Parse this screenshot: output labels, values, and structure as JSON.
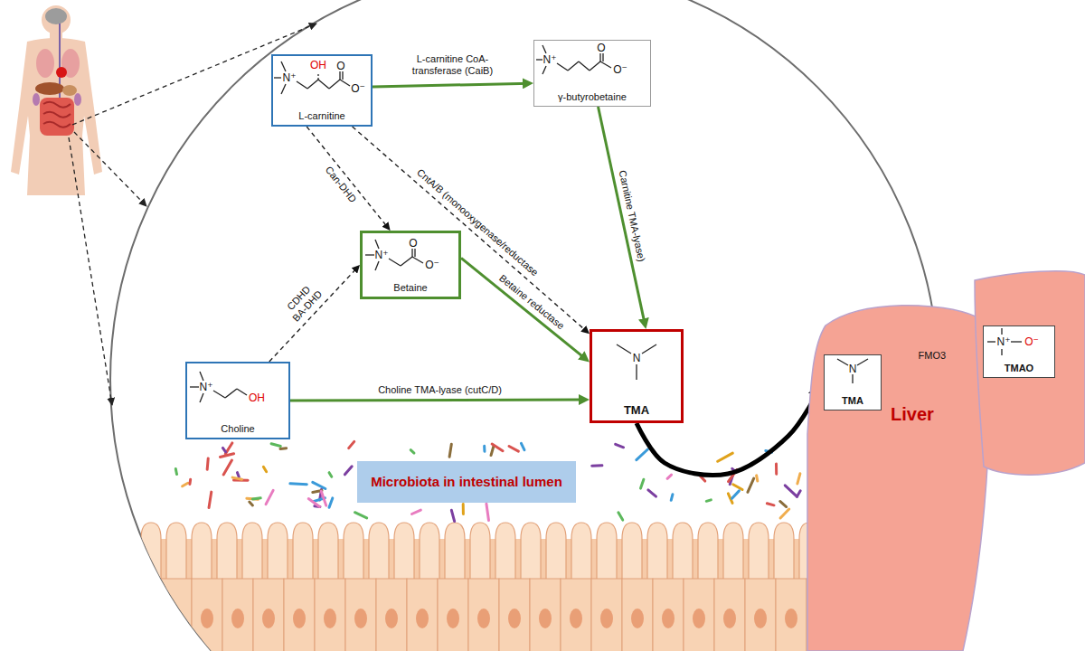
{
  "diagram": {
    "nodes": [
      {
        "text": [
          "L-carnitine"
        ]
      },
      {
        "text": [
          "γ-butyrobetaine"
        ]
      },
      {
        "text": [
          "Betaine"
        ]
      },
      {
        "text": [
          "Choline"
        ]
      },
      {
        "text": [
          "TMA"
        ]
      },
      {
        "text": [
          "Microbiota in intestinal lumen"
        ]
      },
      {
        "text": [
          "Liver"
        ]
      },
      {
        "text": [
          "TMA"
        ],
        "in": 6
      },
      {
        "text": [
          "TMAO"
        ],
        "in": 6
      }
    ],
    "edges": [
      {
        "from": 0,
        "to": 1,
        "label": "L-carnitine CoA-transferase (CaiB)",
        "arrow": "to"
      },
      {
        "from": 1,
        "to": 4,
        "label": "Carnitine TMA-lyase)",
        "arrow": "to"
      },
      {
        "from": 0,
        "to": 2,
        "label": "Can-DHD",
        "arrow": "to"
      },
      {
        "from": 0,
        "to": 4,
        "label": "CntA/B (monooxygenase/reductase",
        "arrow": "to"
      },
      {
        "from": 3,
        "to": 2,
        "label": "CDHD BA-DHD",
        "arrow": "to"
      },
      {
        "from": 2,
        "to": 4,
        "label": "Betaine reductase",
        "arrow": "to"
      },
      {
        "from": 3,
        "to": 4,
        "label": "Choline TMA-lyase (cutC/D)",
        "arrow": "to"
      },
      {
        "from": 4,
        "to": 7,
        "arrow": "to"
      },
      {
        "from": 7,
        "to": 8,
        "label": "FMO3",
        "arrow": "to"
      }
    ],
    "labels": [
      "N⁺",
      "OH",
      "O",
      "O⁻",
      "N⁺",
      "O",
      "O⁻",
      "N⁺",
      "O",
      "O⁻",
      "N⁺",
      "OH",
      "N",
      "N",
      "N⁺",
      "O⁻"
    ]
  }
}
